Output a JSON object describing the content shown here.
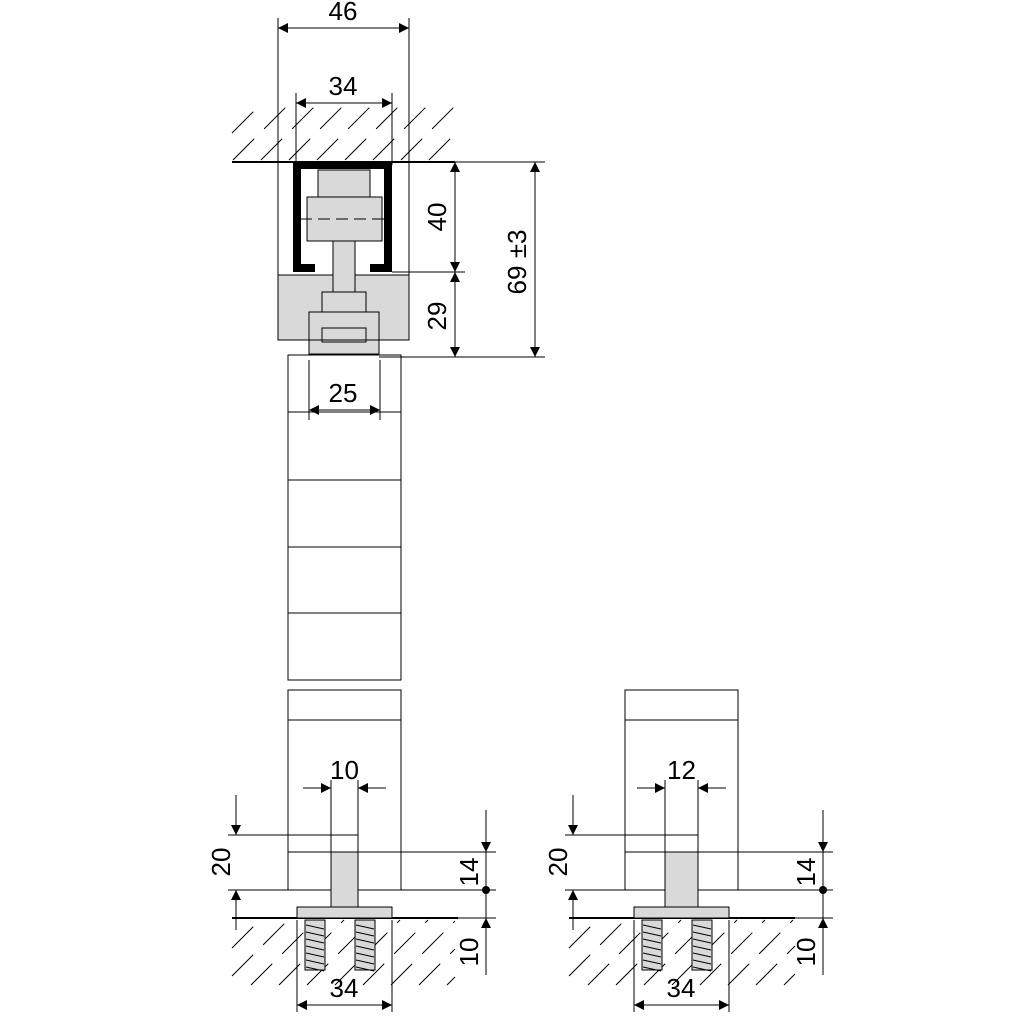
{
  "drawing": {
    "top_view": {
      "dim_width_outer": "46",
      "dim_width_track": "34",
      "dim_height_track": "40",
      "dim_height_carrier": "29",
      "dim_height_total": "69 ±3",
      "dim_door_thickness": "25"
    },
    "bottom_left": {
      "dim_groove": "10",
      "dim_height_20": "20",
      "dim_height_14": "14",
      "dim_depth_10": "10",
      "dim_base_width": "34"
    },
    "bottom_right": {
      "dim_groove": "12",
      "dim_height_20": "20",
      "dim_height_14": "14",
      "dim_depth_10": "10",
      "dim_base_width": "34"
    },
    "colors": {
      "line": "#000000",
      "part_fill": "#d9d9d9"
    }
  }
}
